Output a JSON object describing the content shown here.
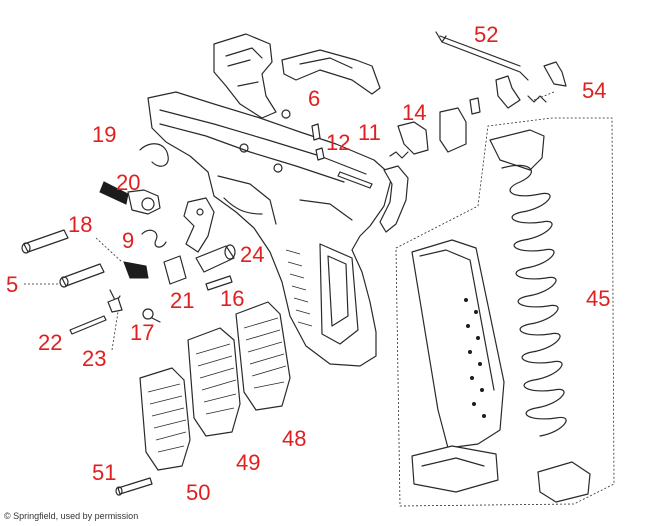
{
  "diagram": {
    "part_numbers": [
      "52",
      "54",
      "6",
      "14",
      "19",
      "12",
      "11",
      "20",
      "18",
      "9",
      "24",
      "5",
      "21",
      "16",
      "22",
      "17",
      "23",
      "45",
      "51",
      "50",
      "49",
      "48"
    ],
    "credit": "© Springfield, used by permission",
    "colors": {
      "label": "#e02020",
      "line": "#2a2a2a",
      "background": "#ffffff"
    }
  }
}
